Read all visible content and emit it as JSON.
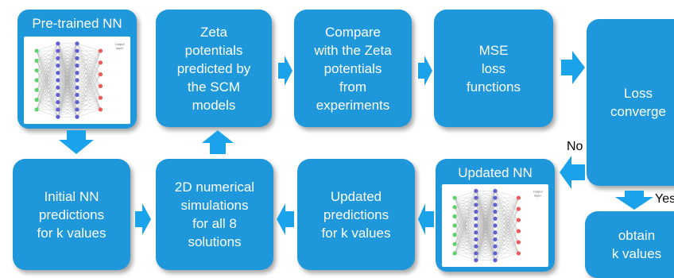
{
  "boxes": {
    "pretrained_title": "Pre-trained NN",
    "zeta_predicted": "Zeta\npotentials\npredicted by\nthe SCM\nmodels",
    "compare": "Compare\nwith the Zeta\npotentials\nfrom\nexperiments",
    "mse": "MSE\nloss\nfunctions",
    "loss_converge": "Loss\nconverge",
    "initial_nn": "Initial NN\npredictions\nfor k values",
    "simulations": "2D numerical\nsimulations\nfor all 8\nsolutions",
    "updated_predictions": "Updated\npredictions\nfor k values",
    "updated_title": "Updated NN",
    "obtain": "obtain\nk values"
  },
  "labels": {
    "no": "No",
    "yes": "Yes",
    "network_output": "Output\nlayer"
  },
  "colors": {
    "box": "#1f97db",
    "arrow": "#1aa3ea",
    "input_node": "#5fd36b",
    "hidden_node": "#5e5fd1",
    "output_node": "#ee5a5a"
  }
}
